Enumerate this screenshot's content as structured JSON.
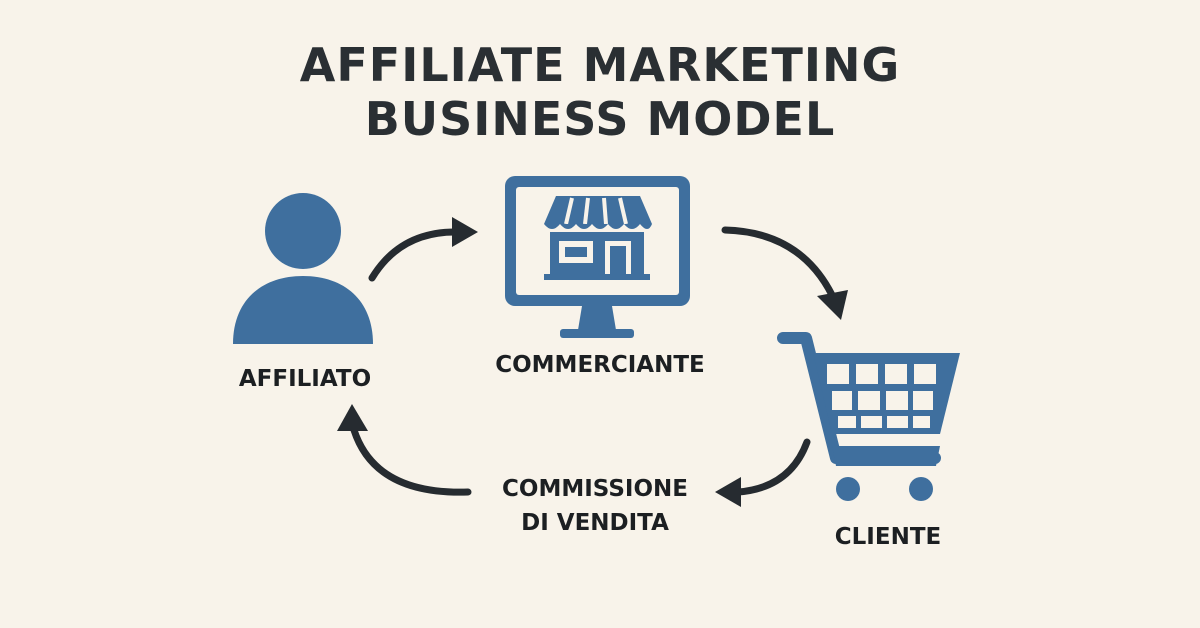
{
  "title": {
    "line1": "AFFILIATE MARKETING",
    "line2": "BUSINESS MODEL"
  },
  "nodes": {
    "affiliate": {
      "label": "AFFILIATO",
      "icon": "person-icon"
    },
    "merchant": {
      "label": "COMMERCIANTE",
      "icon": "storefront-monitor-icon"
    },
    "customer": {
      "label": "CLIENTE",
      "icon": "shopping-cart-icon"
    }
  },
  "commission": {
    "line1": "COMMISSIONE",
    "line2": "DI VENDITA"
  },
  "colors": {
    "background": "#f8f3ea",
    "icon_blue": "#3f6f9e",
    "arrow": "#262b30"
  }
}
